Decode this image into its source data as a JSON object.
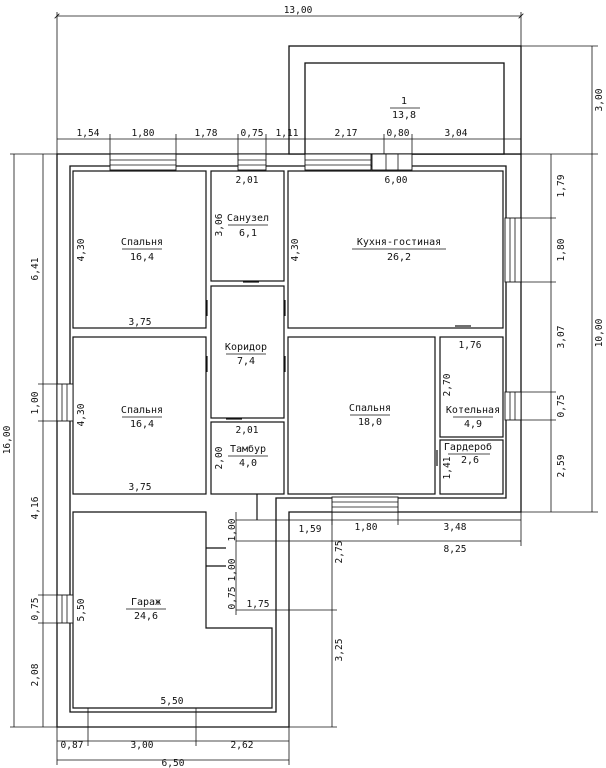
{
  "rooms": [
    {
      "name": "Спальня",
      "area": "16,4"
    },
    {
      "name": "Санузел",
      "area": "6,1"
    },
    {
      "name": "Кухня-гостиная",
      "area": "26,2"
    },
    {
      "name": "Коридор",
      "area": "7,4"
    },
    {
      "name": "Спальня",
      "area": "16,4"
    },
    {
      "name": "Тамбур",
      "area": "4,0"
    },
    {
      "name": "Спальня",
      "area": "18,0"
    },
    {
      "name": "Котельная",
      "area": "4,9"
    },
    {
      "name": "Гардероб",
      "area": "2,6"
    },
    {
      "name": "Гараж",
      "area": "24,6"
    },
    {
      "name": "1",
      "area": "13,8"
    }
  ],
  "dimensions": {
    "overall_top": "13,00",
    "top_row": [
      "1,54",
      "1,80",
      "1,78",
      "0,75",
      "1,11",
      "2,17",
      "0,80",
      "3,04"
    ],
    "terrace_depth": "3,00",
    "right_outer": "10,00",
    "right_inner": [
      "1,79",
      "1,80",
      "3,07",
      "0,75",
      "2,59"
    ],
    "left_outer": "16,00",
    "left_inner": [
      "6,41",
      "1,00",
      "4,16",
      "0,75",
      "2,08"
    ],
    "bottom_row": [
      "0,87",
      "3,00",
      "2,62"
    ],
    "bottom_total": "6,50",
    "garage_width": "5,50",
    "garage_height": "5,50",
    "right_bottom": [
      "1,59",
      "1,80",
      "3,48"
    ],
    "right_bottom_total": "8,25",
    "step_vertical": [
      "2,75",
      "3,25"
    ],
    "step_horizontal": "1,75",
    "entry_small": [
      "1,00",
      "1,00",
      "0,75"
    ],
    "room_dims": {
      "bed1_w": "3,75",
      "bed1_h": "4,30",
      "bath_w": "2,01",
      "bath_h": "3,06",
      "kitchen_w": "6,00",
      "kitchen_h": "4,30",
      "bed2_w": "3,75",
      "bed2_h": "4,30",
      "hall_w": "2,01",
      "vest_h": "2,00",
      "bed3_h": "",
      "boiler_w": "1,76",
      "boiler_h": "2,70",
      "ward_h": "1,41"
    }
  }
}
